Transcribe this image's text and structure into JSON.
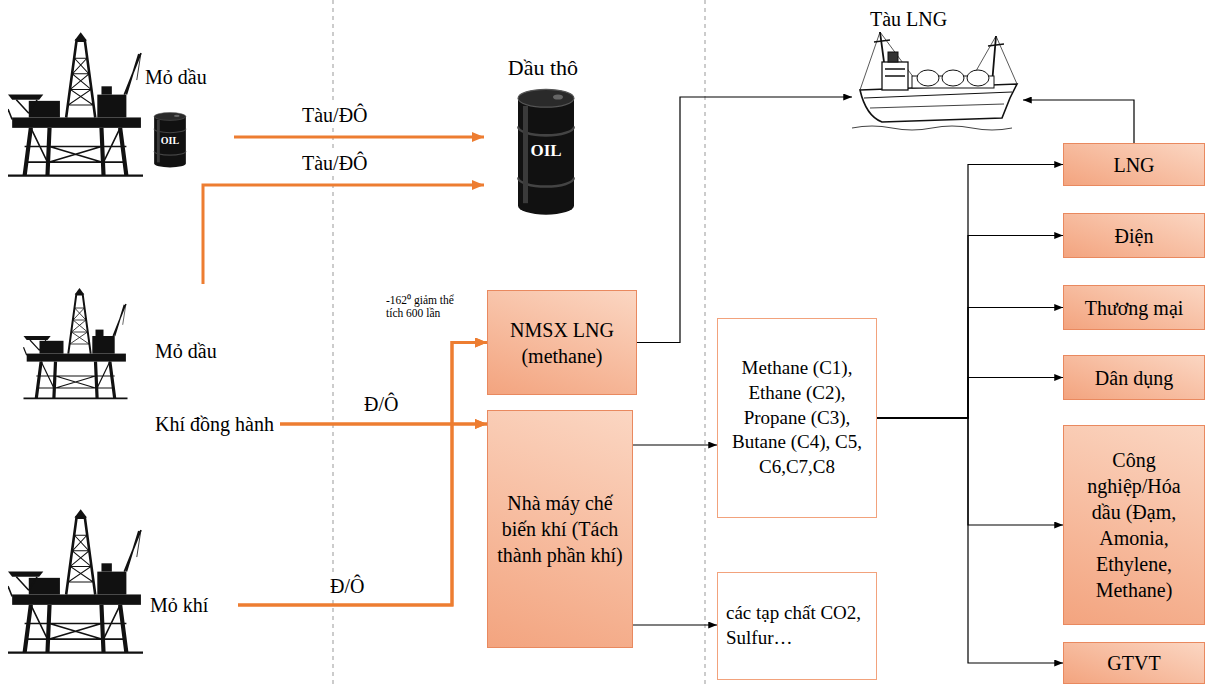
{
  "diagram": {
    "nodes": [
      {
        "text": [
          "Mỏ dầu"
        ]
      },
      {
        "text": [
          "Dầu thô"
        ]
      },
      {
        "text": [
          "Tàu LNG"
        ]
      },
      {
        "text": [
          "Mỏ dầu"
        ]
      },
      {
        "text": [
          "Khí đồng hành"
        ]
      },
      {
        "text": [
          "Mỏ khí"
        ]
      },
      {
        "text": [
          "NMSX LNG (methane)"
        ]
      },
      {
        "text": [
          "Nhà máy chế biến khí (Tách thành phần khí)"
        ]
      },
      {
        "text": [
          "Methane (C1), Ethane (C2), Propane (C3), Butane (C4), C5, C6,C7,C8"
        ]
      },
      {
        "text": [
          "các tạp chất CO2, Sulfur…"
        ]
      },
      {
        "text": [
          "LNG"
        ]
      },
      {
        "text": [
          "Điện"
        ]
      },
      {
        "text": [
          "Thương mại"
        ]
      },
      {
        "text": [
          "Dân dụng"
        ]
      },
      {
        "text": [
          "Công nghiệp/Hóa dầu (Đạm, Amonia, Ethylene, Methane)"
        ]
      },
      {
        "text": [
          "GTVT"
        ]
      }
    ],
    "edges": [
      {
        "from": 0,
        "to": 1,
        "arrow": "to",
        "label": "Tàu/ĐÔ"
      },
      {
        "from": 3,
        "to": 1,
        "arrow": "to",
        "label": "Tàu/ĐÔ"
      },
      {
        "from": 4,
        "to": 6,
        "arrow": "to"
      },
      {
        "from": 4,
        "to": 7,
        "arrow": "to",
        "label": "Đ/Ô"
      },
      {
        "from": 5,
        "to": 6,
        "arrow": "to"
      },
      {
        "from": 5,
        "to": 7,
        "arrow": "to",
        "label": "Đ/Ô"
      },
      {
        "from": 6,
        "to": 2,
        "arrow": "to"
      },
      {
        "from": 7,
        "to": 8,
        "arrow": "to"
      },
      {
        "from": 7,
        "to": 9,
        "arrow": "to"
      },
      {
        "from": 8,
        "to": 10,
        "arrow": "to"
      },
      {
        "from": 8,
        "to": 11,
        "arrow": "to"
      },
      {
        "from": 8,
        "to": 12,
        "arrow": "to"
      },
      {
        "from": 8,
        "to": 13,
        "arrow": "to"
      },
      {
        "from": 8,
        "to": 14,
        "arrow": "to"
      },
      {
        "from": 8,
        "to": 15,
        "arrow": "to"
      },
      {
        "from": 10,
        "to": 2,
        "arrow": "to"
      }
    ],
    "labels": [
      "-162⁰ giảm thể tích 600 lần",
      "OIL",
      "OIL"
    ]
  }
}
